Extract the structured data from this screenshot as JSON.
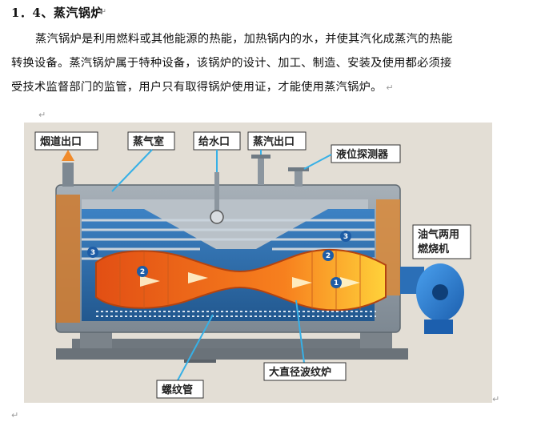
{
  "heading": "1．4、蒸汽锅炉",
  "paragraph": {
    "line1": "蒸汽锅炉是利用燃料或其他能源的热能，加热锅内的水，并使其汽化成蒸汽的热能",
    "line2": "转换设备。蒸汽锅炉属于特种设备，该锅炉的设计、加工、制造、安装及使用都必须接",
    "line3": "受技术监督部门的监管，用户只有取得锅炉使用证，才能使用蒸汽锅炉。"
  },
  "paragraph_mark": "↵",
  "figure": {
    "labels": {
      "flue_outlet": "烟道出口",
      "steam_chamber": "蒸气室",
      "feedwater_inlet": "给水口",
      "steam_outlet": "蒸汽出口",
      "level_detector": "液位探测器",
      "burner_l1": "油气两用",
      "burner_l2": "燃烧机",
      "threaded_tube": "螺纹管",
      "corrugated_furnace": "大直径波纹炉"
    },
    "pass_numbers": [
      "1",
      "2",
      "2",
      "3",
      "3"
    ]
  },
  "colors": {
    "frame": "#e3ded5",
    "shell": "#8f9aa4",
    "water": "#2f6fb0",
    "flame": "#f06a1e",
    "leader": "#37b0e6"
  }
}
